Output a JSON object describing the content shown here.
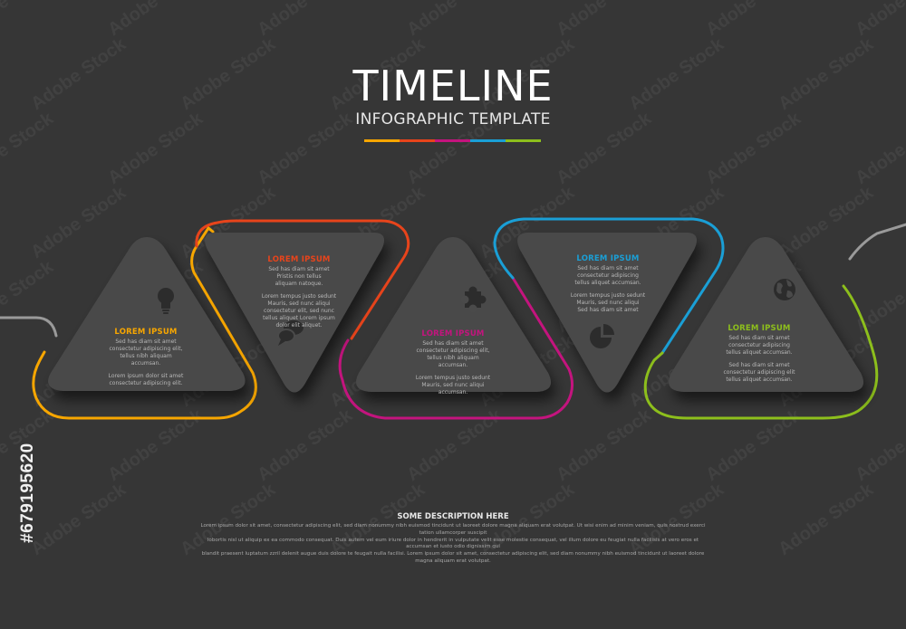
{
  "header": {
    "title": "TIMELINE",
    "subtitle": "INFOGRAPHIC TEMPLATE",
    "bar_colors": [
      "#f7a600",
      "#e8441b",
      "#c4147e",
      "#1a9fd6",
      "#8dbf1c"
    ]
  },
  "steps": [
    {
      "heading": "LOREM IPSUM",
      "color": "#f7a600",
      "icon": "lightbulb-icon",
      "lines_a": [
        "Sed has diam sit amet",
        "consectetur adipiscing elit,",
        "tellus nibh aliquam",
        "accumsan."
      ],
      "lines_b": [
        "Lorem ipsum dolor sit amet",
        "consectetur adipiscing elit."
      ]
    },
    {
      "heading": "LOREM IPSUM",
      "color": "#e8441b",
      "icon": "speech-bubbles-icon",
      "lines_a": [
        "Sed has diam sit amet",
        "Pristis non tellus",
        "aliquam natoque."
      ],
      "lines_b": [
        "Lorem tempus justo sedunt",
        "Mauris, sed nunc aliqui",
        "consectetur elit, sed nunc",
        "tellus aliquet Lorem ipsum",
        "dolor elit aliquet."
      ]
    },
    {
      "heading": "LOREM IPSUM",
      "color": "#c4147e",
      "icon": "puzzle-piece-icon",
      "lines_a": [
        "Sed has diam sit amet",
        "consectetur adipiscing elit,",
        "tellus nibh aliquam",
        "accumsan."
      ],
      "lines_b": [
        "Lorem tempus justo sedunt",
        "Mauris, sed nunc aliqui",
        "accumsan."
      ]
    },
    {
      "heading": "LOREM IPSUM",
      "color": "#1a9fd6",
      "icon": "pie-chart-icon",
      "lines_a": [
        "Sed has diam sit amet",
        "consectetur adipiscing",
        "tellus aliquet accumsan."
      ],
      "lines_b": [
        "Lorem tempus justo sedunt",
        "Mauris, sed nunc aliqui",
        "Sed has diam sit amet"
      ]
    },
    {
      "heading": "LOREM IPSUM",
      "color": "#8dbf1c",
      "icon": "globe-icon",
      "lines_a": [
        "Sed has diam sit amet",
        "consectetur adipiscing",
        "tellus aliquet accumsan."
      ],
      "lines_b": [
        "Sed has diam sit amet",
        "consectetur adipiscing elit",
        "tellus aliquet accumsan."
      ]
    }
  ],
  "description": {
    "title": "SOME DESCRIPTION HERE",
    "body": [
      "Lorem ipsum dolor sit amet, consectetur adipiscing elit, sed diam nonummy nibh euismod tincidunt ut laoreet dolore magna aliquam erat volutpat. Ut wisi enim ad minim veniam, quis nostrud exerci tation ullamcorper suscipit",
      "lobortis nisl ut aliquip ex ea commodo consequat. Duis autem vel eum iriure dolor in hendrerit in vulputate velit esse molestie consequat, vel illum dolore eu feugiat nulla facilisis at vero eros et accumsan et iusto odio dignissim qui",
      "blandit praesent luptatum zzril delenit augue duis dolore te feugait nulla facilisi. Lorem ipsum dolor sit amet, consectetur adipiscing elit, sed diam nonummy nibh euismod tincidunt ut laoreet dolore magna aliquam erat volutpat."
    ]
  },
  "stock_id": "#679195620",
  "watermark": "Adobe Stock"
}
